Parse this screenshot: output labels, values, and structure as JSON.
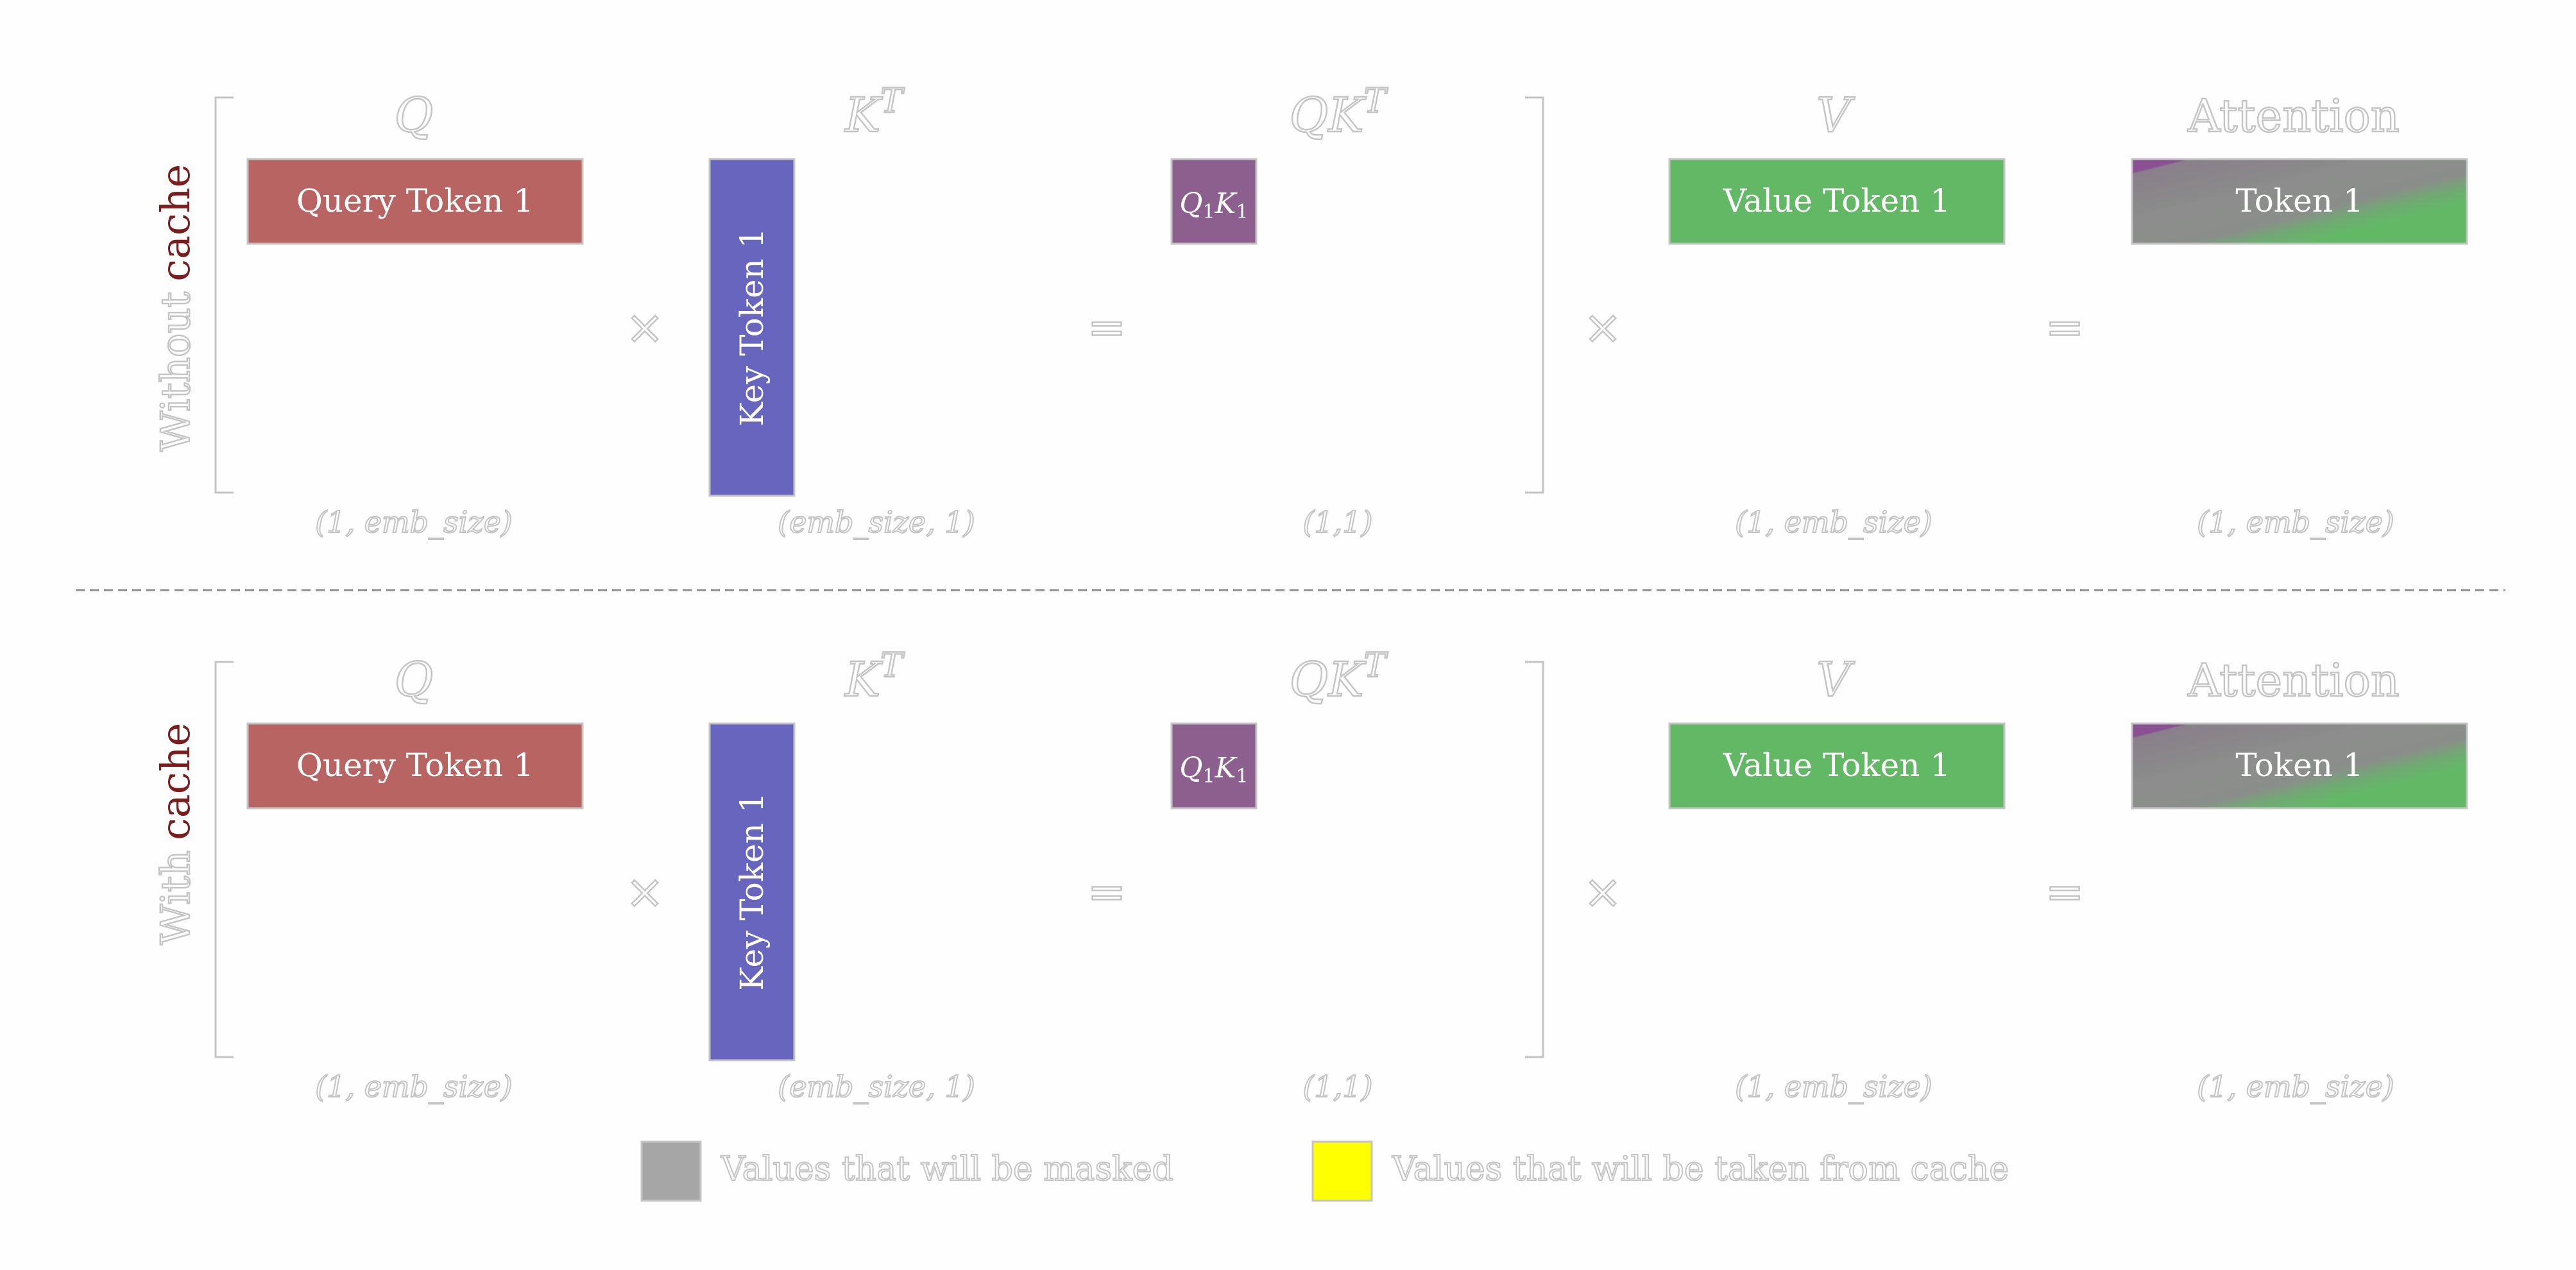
{
  "sections": [
    {
      "id": "without",
      "label_prefix": "Without",
      "label_accent": "cache",
      "headers": {
        "q": "Q",
        "kt": "K",
        "kt_sup": "T",
        "qkt": "QK",
        "qkt_sup": "T",
        "v": "V",
        "attention": "Attention"
      },
      "boxes": {
        "query": "Query Token 1",
        "key": "Key Token 1",
        "qk_q": "Q",
        "qk_q_sub": "1",
        "qk_k": "K",
        "qk_k_sub": "1",
        "value": "Value Token 1",
        "attention": "Token 1"
      },
      "operators": {
        "times1": "×",
        "equals1": "=",
        "times2": "×",
        "equals2": "="
      },
      "dims": {
        "q": "(1, emb_size)",
        "kt": "(emb_size, 1)",
        "qkt": "(1,1)",
        "v": "(1, emb_size)",
        "attention": "(1, emb_size)"
      }
    },
    {
      "id": "with",
      "label_prefix": "With",
      "label_accent": "cache",
      "headers": {
        "q": "Q",
        "kt": "K",
        "kt_sup": "T",
        "qkt": "QK",
        "qkt_sup": "T",
        "v": "V",
        "attention": "Attention"
      },
      "boxes": {
        "query": "Query Token 1",
        "key": "Key Token 1",
        "qk_q": "Q",
        "qk_q_sub": "1",
        "qk_k": "K",
        "qk_k_sub": "1",
        "value": "Value Token 1",
        "attention": "Token 1"
      },
      "operators": {
        "times1": "×",
        "equals1": "=",
        "times2": "×",
        "equals2": "="
      },
      "dims": {
        "q": "(1, emb_size)",
        "kt": "(emb_size, 1)",
        "qkt": "(1,1)",
        "v": "(1, emb_size)",
        "attention": "(1, emb_size)"
      }
    }
  ],
  "legend": [
    {
      "label": "Values that will be masked",
      "color": "#a6a6a6"
    },
    {
      "label": "Values that will be taken from cache",
      "color": "#ffff00"
    }
  ],
  "colors": {
    "query": "#b86462",
    "key": "#6765bd",
    "qk": "#8c5f8f",
    "value": "#63b866",
    "attention_from": "#8a5192",
    "attention_to": "#63b866",
    "accent_label": "#7b1d1d",
    "outline_gray": "#c4c4c4",
    "divider": "#8d8d8d"
  }
}
